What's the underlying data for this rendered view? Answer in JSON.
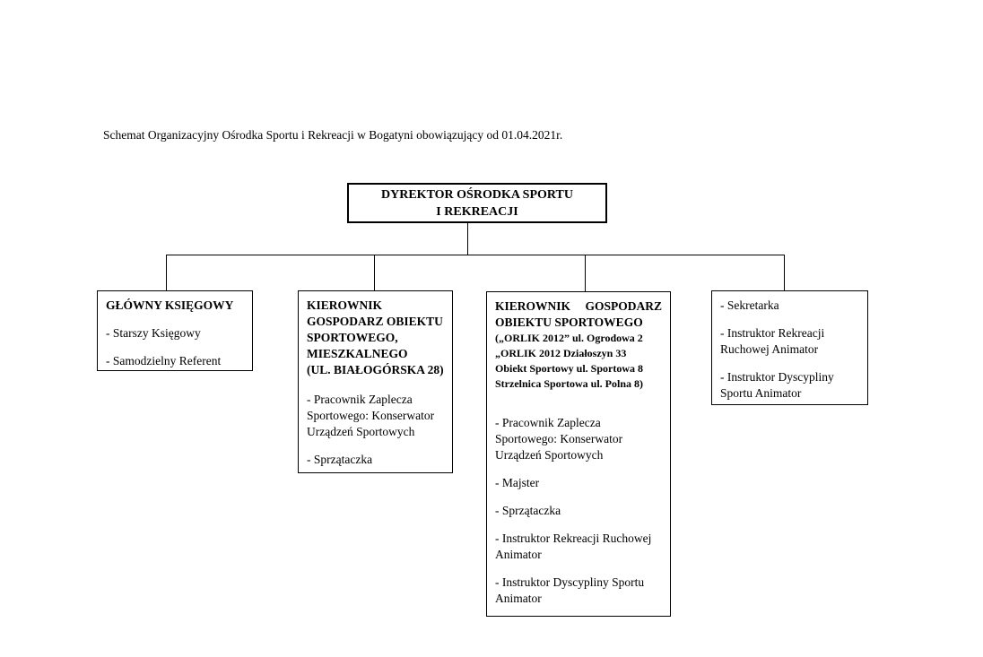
{
  "colors": {
    "background": "#ffffff",
    "text": "#000000",
    "line": "#000000"
  },
  "page": {
    "title": "Schemat Organizacyjny Ośrodka Sportu i Rekreacji w Bogatyni obowiązujący od 01.04.2021r."
  },
  "chart": {
    "root": {
      "title_line1": "DYREKTOR OŚRODKA SPORTU",
      "title_line2": "I REKREACJI"
    },
    "branches": [
      {
        "id": "glowny-ksiegowy",
        "heading_lines": [
          "GŁÓWNY KSIĘGOWY"
        ],
        "items": [
          "- Starszy Księgowy",
          "- Samodzielny Referent"
        ]
      },
      {
        "id": "kierownik-gospodarz-mieszkalnego",
        "heading_lines": [
          "KIEROWNIK",
          "GOSPODARZ OBIEKTU",
          "SPORTOWEGO,",
          "MIESZKALNEGO",
          "(UL. BIAŁOGÓRSKA 28)"
        ],
        "items": [
          "- Pracownik Zaplecza Sportowego: Konserwator Urządzeń Sportowych",
          "- Sprzątaczka"
        ]
      },
      {
        "id": "kierownik-gospodarz-sportowego",
        "heading_lines": [
          "KIEROWNIK GOSPODARZ",
          "OBIEKTU SPORTOWEGO"
        ],
        "subheading_lines": [
          "(„ORLIK 2012” ul. Ogrodowa 2",
          "„ORLIK 2012  Działoszyn 33",
          "Obiekt Sportowy ul. Sportowa 8",
          "Strzelnica Sportowa ul. Polna 8)"
        ],
        "items": [
          "- Pracownik Zaplecza Sportowego: Konserwator Urządzeń Sportowych",
          "- Majster",
          "- Sprzątaczka",
          "- Instruktor Rekreacji Ruchowej Animator",
          "- Instruktor Dyscypliny Sportu Animator"
        ]
      },
      {
        "id": "sekretarka",
        "items": [
          "- Sekretarka",
          "- Instruktor Rekreacji Ruchowej Animator",
          "- Instruktor Dyscypliny Sportu Animator"
        ]
      }
    ]
  }
}
